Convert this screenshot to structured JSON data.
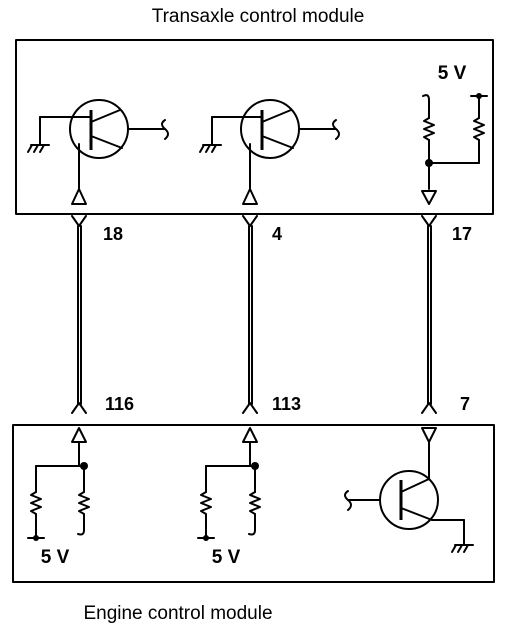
{
  "modules": {
    "tcm": {
      "label": "Transaxle control module",
      "supply": "5 V"
    },
    "ecm": {
      "label": "Engine control module",
      "supply_left": "5 V",
      "supply_mid": "5 V"
    }
  },
  "pins": {
    "tcm_left": "18",
    "tcm_mid": "4",
    "tcm_right": "17",
    "ecm_left": "116",
    "ecm_mid": "113",
    "ecm_right": "7"
  }
}
